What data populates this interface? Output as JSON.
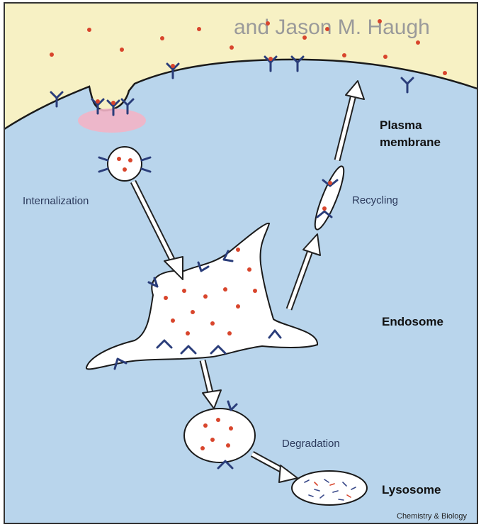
{
  "diagram": {
    "header_fragment": "and Jason M. Haugh",
    "labels": {
      "plasma_membrane_line1": "Plasma",
      "plasma_membrane_line2": "membrane",
      "internalization": "Internalization",
      "recycling": "Recycling",
      "endosome": "Endosome",
      "degradation": "Degradation",
      "lysosome": "Lysosome"
    },
    "credit": "Chemistry & Biology"
  },
  "colors": {
    "extracellular": "#f7f1c4",
    "cytoplasm": "#b9d5ec",
    "membrane_stroke": "#1a1a1a",
    "ligand": "#d8452c",
    "receptor": "#2a3d7a",
    "coated_pit": "#f3b4c6",
    "vesicle_fill": "#ffffff",
    "outer_border": "#333333"
  }
}
